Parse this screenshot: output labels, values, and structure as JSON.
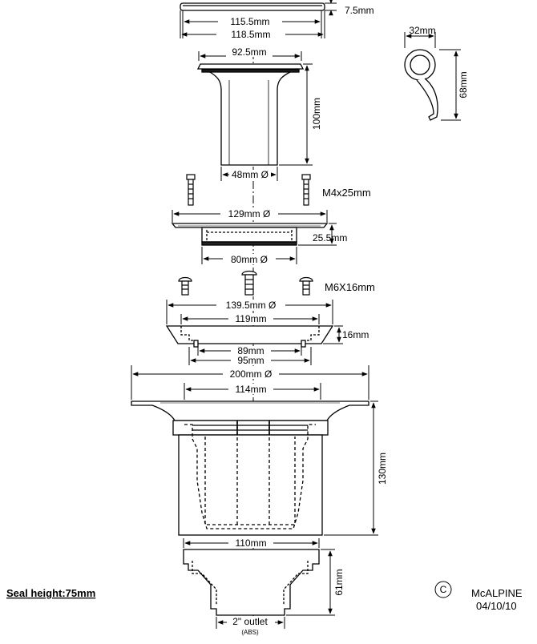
{
  "labels": {
    "grate_thickness": "7.5mm",
    "grate_inner": "115.5mm",
    "grate_outer": "118.5mm",
    "trap_flange": "92.5mm",
    "trap_height": "100mm",
    "trap_outlet": "48mm Ø",
    "clip_width": "32mm",
    "clip_height": "68mm",
    "screw_small": "M4x25mm",
    "clamp_ring_dia": "129mm Ø",
    "clamp_ring_height": "25.5mm",
    "clamp_ring_inner": "80mm Ø",
    "screw_large": "M6X16mm",
    "collar_outer": "139.5mm Ø",
    "collar_top": "119mm",
    "collar_height": "16mm",
    "collar_inner": "89mm",
    "collar_base": "95mm",
    "body_flange": "200mm Ø",
    "body_top": "114mm",
    "body_height": "130mm",
    "outlet_width": "110mm",
    "outlet_height": "61mm",
    "outlet_size": "2\" outlet",
    "outlet_material": "(ABS)",
    "seal_height": "Seal height:75mm",
    "copyright_symbol": "C",
    "brand": "McALPINE",
    "date": "04/10/10"
  }
}
